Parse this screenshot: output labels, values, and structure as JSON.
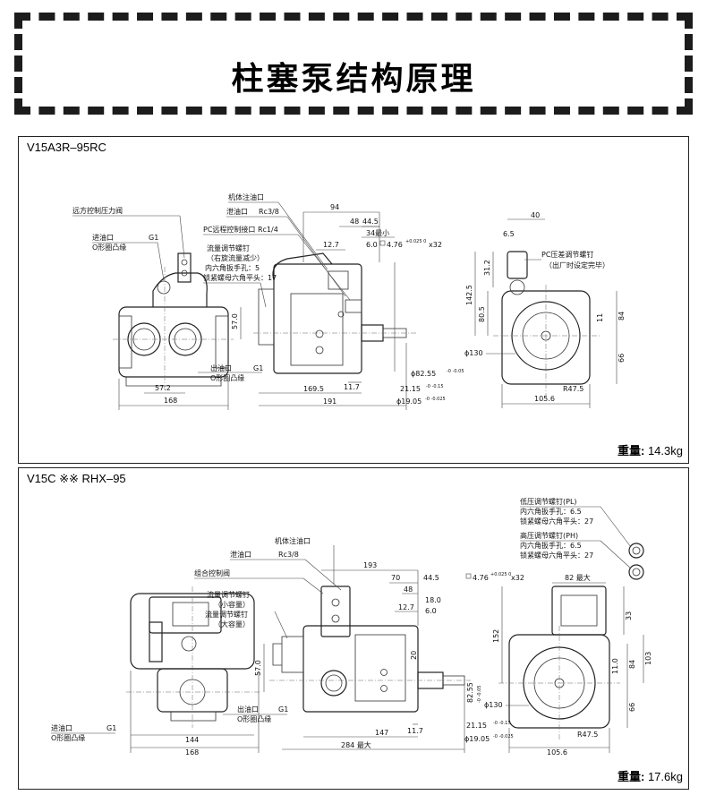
{
  "header": {
    "title": "柱塞泵结构原理"
  },
  "panel1": {
    "model": "V15A3R–95RC",
    "weight_label": "重量:",
    "weight_value": "14.3kg",
    "labels": {
      "remote_valve": "远方控制压力阀",
      "inlet": "进油口",
      "inlet_g": "G1",
      "o_ring_1": "O形圈凸缘",
      "body_fill": "机体注油口",
      "drain": "泄油口",
      "drain_rc": "Rc3/8",
      "pc_remote": "PC远程控制接口 Rc1/4",
      "flow_screw": "流量调节螺钉",
      "flow_note": "（右旋流量减少）",
      "hex_wrench": "内六角扳手孔：5",
      "lock_nut": "锁紧螺母六角平头：17",
      "outlet": "出油口",
      "outlet_g": "G1",
      "o_ring_2": "O形圈凸缘",
      "pc_screw": "PC压差调节螺钉",
      "pc_note": "（出厂时设定完毕）"
    },
    "dims": {
      "d94": "94",
      "d48": "48",
      "d44_5": "44.5",
      "d34": "34最小",
      "d12_7": "12.7",
      "d6_0": "6.0",
      "key": "4.76",
      "key_tol": "+0.025 0",
      "key_len": "x32",
      "d57_0": "57.0",
      "d57_2": "57.2",
      "d168": "168",
      "d169_5": "169.5",
      "d191": "191",
      "d11_7": "11.7",
      "d82_55": "ϕ82.55",
      "d82_tol": "-0 -0.05",
      "d21_15": "21.15",
      "d21_tol": "-0 -0.15",
      "d19_05": "ϕ19.05",
      "d19_tol": "-0 -0.025",
      "d40": "40",
      "d6_5": "6.5",
      "d31_2": "31.2",
      "d142_5": "142.5",
      "d80_5": "80.5",
      "d84": "84",
      "d11": "11",
      "d66": "66",
      "d130": "ϕ130",
      "r47_5": "R47.5",
      "d105_6": "105.6"
    }
  },
  "panel2": {
    "model": "V15C ※※ RHX–95",
    "weight_label": "重量:",
    "weight_value": "17.6kg",
    "labels": {
      "low_screw": "低压调节螺钉(PL)",
      "low_hex": "内六角扳手孔：6.5",
      "low_nut": "锁紧螺母六角平头：27",
      "high_screw": "高压调节螺钉(PH)",
      "high_hex": "内六角扳手孔：6.5",
      "high_nut": "锁紧螺母六角平头：27",
      "body_fill": "机体注油口",
      "drain": "泄油口",
      "drain_rc": "Rc3/8",
      "combo_valve": "组合控制阀",
      "flow_screw": "流量调节螺钉",
      "small_cap": "（小容量）",
      "flow_screw2": "流量调节螺钉",
      "large_cap": "（大容量）",
      "outlet": "出油口",
      "outlet_g": "G1",
      "o_ring_1": "O形圈凸缘",
      "inlet": "进油口",
      "inlet_g": "G1",
      "o_ring_2": "O形圈凸缘"
    },
    "dims": {
      "d193": "193",
      "d70": "70",
      "d44_5": "44.5",
      "d48": "48",
      "d18_0": "18.0",
      "d12_7": "12.7",
      "d6_0": "6.0",
      "key": "4.76",
      "key_tol": "+0.025 0",
      "key_len": "x32",
      "d82": "82 最大",
      "d33": "33",
      "d152": "152",
      "d103": "103",
      "d84": "84",
      "d11_0": "11.0",
      "d66": "66",
      "d57_0": "57.0",
      "d20": "20",
      "d82_55": "82.55",
      "d82_tol": "-0 -0.05",
      "d11_7": "11.7",
      "d21_15": "21.15",
      "d21_tol": "-0 -0.15",
      "d19_05": "ϕ19.05",
      "d19_tol": "-0 -0.025",
      "d144": "144",
      "d168": "168",
      "d147": "147",
      "d284": "284 最大",
      "d130": "ϕ130",
      "r47_5": "R47.5",
      "d105_6": "105.6"
    }
  }
}
